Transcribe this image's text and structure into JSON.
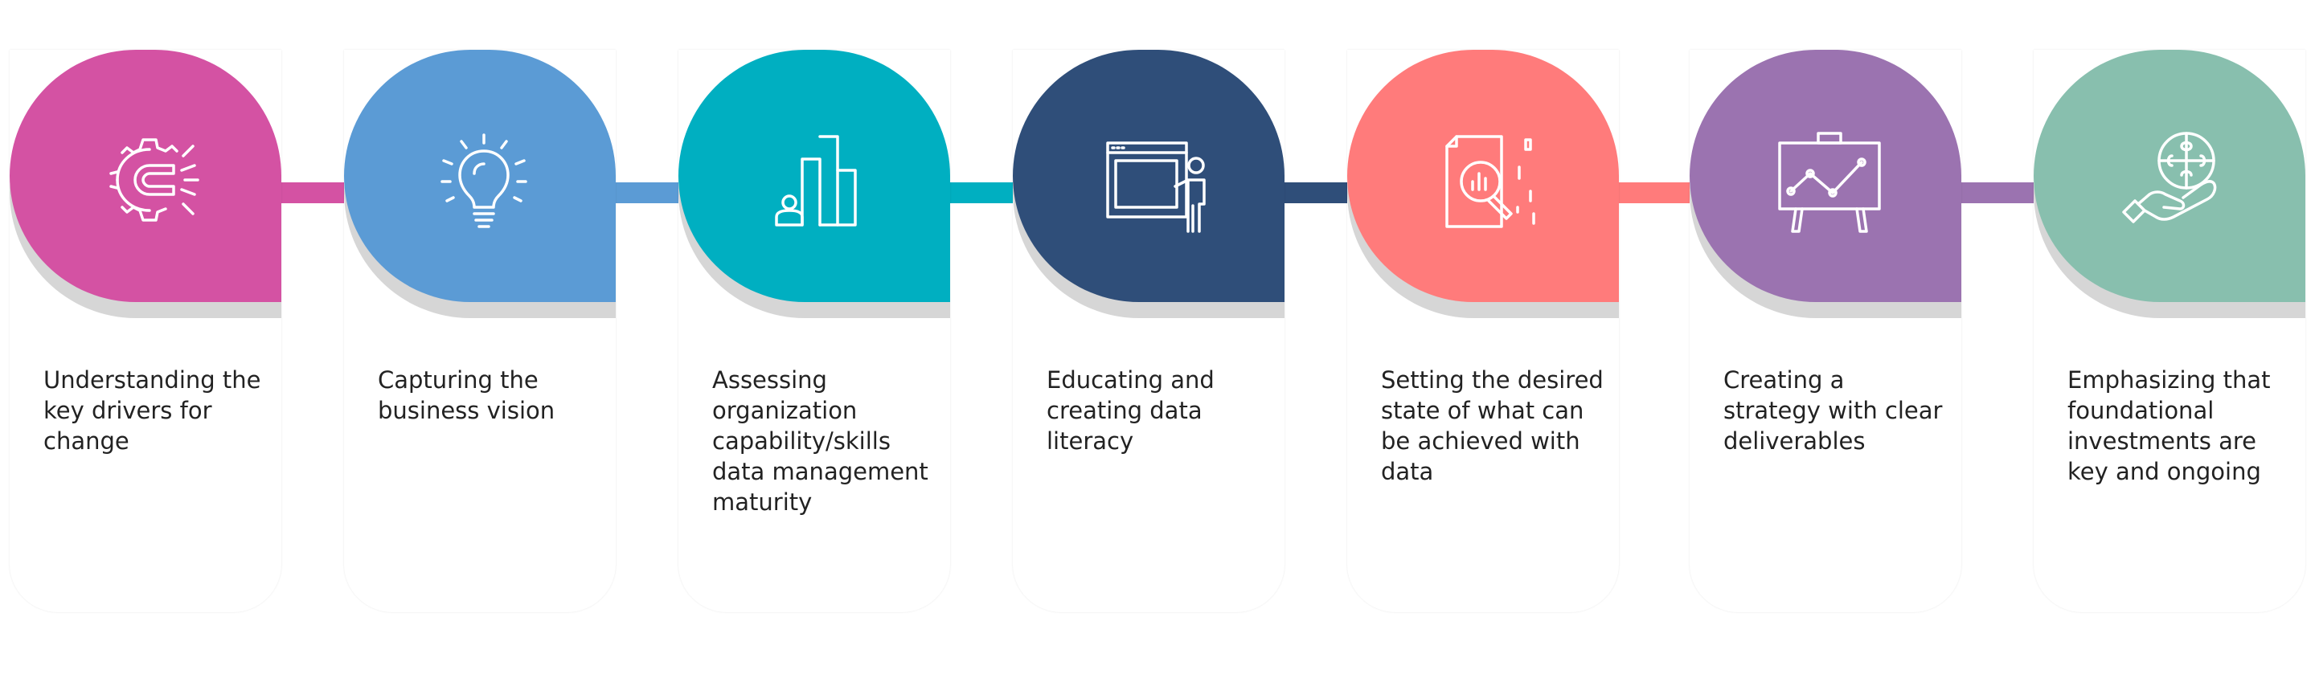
{
  "steps": [
    {
      "label": "Understanding the key drivers for change",
      "color": "#d452a3",
      "icon": "gear-magnet-icon"
    },
    {
      "label": "Capturing the business vision",
      "color": "#5b9bd5",
      "icon": "lightbulb-icon"
    },
    {
      "label": "Assessing organization capability/skills data management maturity",
      "color": "#00afc1",
      "icon": "person-bar-chart-icon"
    },
    {
      "label": "Educating and creating data literacy",
      "color": "#2f4e79",
      "icon": "presentation-icon"
    },
    {
      "label": "Setting the desired state of what can be achieved with data",
      "color": "#ff7b7b",
      "icon": "data-analysis-icon"
    },
    {
      "label": "Creating a strategy with clear deliverables",
      "color": "#9b73b0",
      "icon": "strategy-board-icon"
    },
    {
      "label": "Emphasizing that foundational investments are key and ongoing",
      "color": "#88bfae",
      "icon": "hand-puzzle-icon"
    }
  ]
}
